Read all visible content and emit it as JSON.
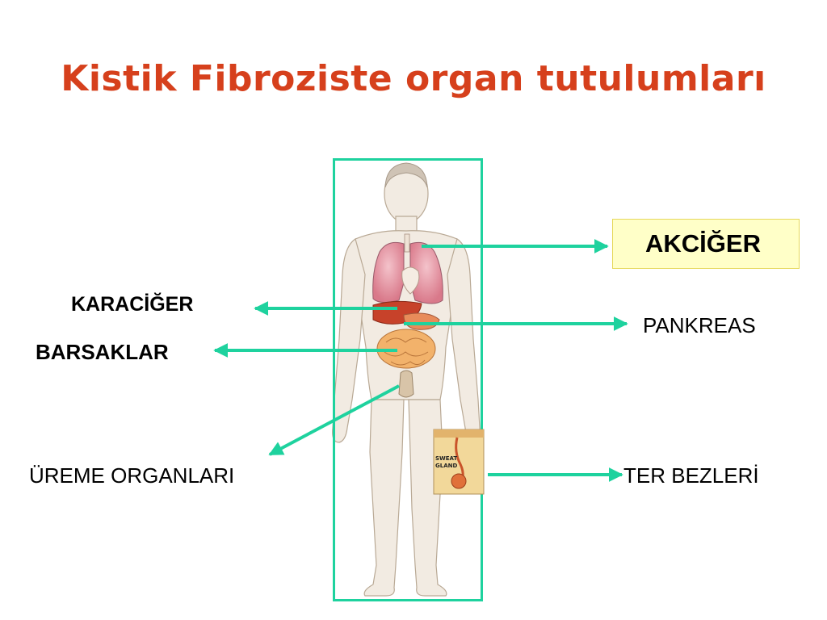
{
  "slide": {
    "title": "Kistik Fibroziste organ tutulumları",
    "title_color": "#d6401c"
  },
  "colors": {
    "arrow": "#1ed29e",
    "frame": "#1ed29e",
    "highlight_bg": "#ffffc8",
    "skin": "#f1e9de",
    "lung": "#e89aa6",
    "liver": "#c7422a",
    "intestine": "#f2b26b"
  },
  "labels": {
    "akciger": "AKCİĞER",
    "karaciger": "KARACİĞER",
    "pankreas": "PANKREAS",
    "barsaklar": "BARSAKLAR",
    "ureme": "ÜREME ORGANLARI",
    "ter": "TER BEZLERİ"
  },
  "inset": {
    "caption_line1": "SWEAT",
    "caption_line2": "GLAND"
  }
}
